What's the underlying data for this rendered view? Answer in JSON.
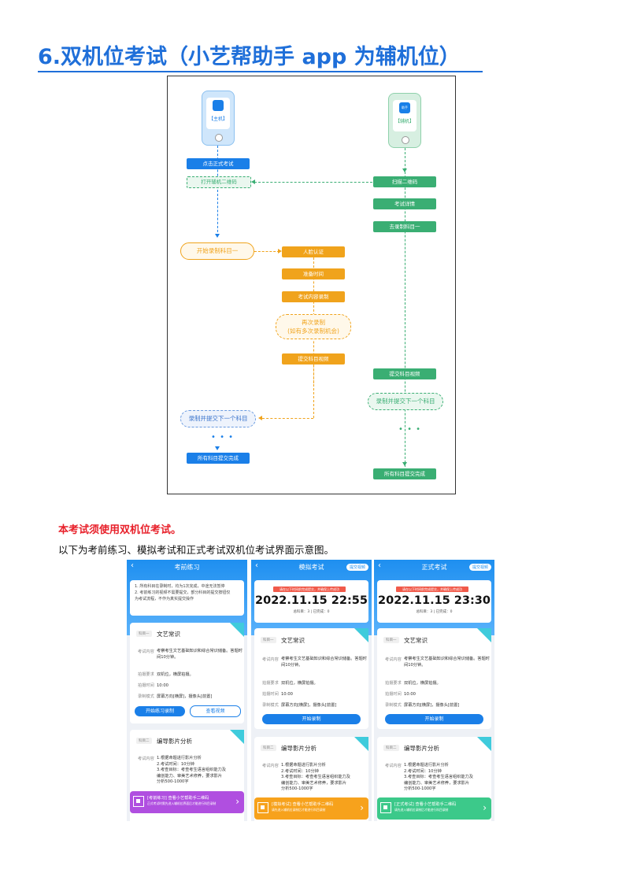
{
  "heading": {
    "number": "6.",
    "text": "双机位考试（小艺帮助手 app 为辅机位）"
  },
  "flow": {
    "main_phone_label": "【主机】",
    "aux_phone_label": "【辅机】",
    "aux_app_text": "助手",
    "left": [
      "点击正式考试",
      "打开辅机二维码"
    ],
    "start": "开始录制科目一",
    "right": [
      "扫描二维码",
      "考试详情",
      "去录制科目一"
    ],
    "center": [
      "人脸认证",
      "准备时间",
      "考试内容录制"
    ],
    "retry_line1": "再次录制",
    "retry_line2": "(如有多次录制机会)",
    "submit_center": "提交科目视频",
    "submit_right": "提交科目视频",
    "next_left": "录制并提交下一个科目",
    "next_right": "录制并提交下一个科目",
    "done_left": "所有科目提交完成",
    "done_right": "所有科目提交完成",
    "dots": "• • •",
    "colors": {
      "blue": "#1a7fe8",
      "green": "#3aae73",
      "orange": "#f0a31c"
    }
  },
  "note_red": "本考试须使用双机位考试。",
  "note_black": "以下为考前练习、模拟考试和正式考试双机位考试界面示意图。",
  "screens": [
    {
      "title": "考前练习",
      "tips": [
        "1. 所有科目在录制时，均为1次完成，中途无法暂停",
        "2. 考前练习的视频不需要提交，部分科目的提交按钮仅",
        "为考试流程，不作为真实提交操作"
      ],
      "subject1": {
        "tag": "科目一",
        "name": "文艺常识",
        "content_label": "考试内容",
        "content": "考察考生文艺基础知识和综合常识储备。答题时间10分钟。",
        "shoot_label": "拍摄要求",
        "shoot": "双机位，横屏拍摄。",
        "time_label": "拍摄时间",
        "time": "10:00",
        "mode_label": "录制模式",
        "mode": "屏幕方向[横屏]，摄像头[前置]"
      },
      "btn_primary": "开始练习录制",
      "btn_secondary": "查看视频",
      "subject2": {
        "tag": "科目二",
        "name": "编导影片分析",
        "content_label": "考试内容",
        "lines": [
          "1.根据命题进行影片分析",
          "2.考试时间：10分钟",
          "3.考查目标：考查考生语言组织能力及",
          "编创能力、审美艺术修养，要求影片",
          "分析500-1000字"
        ]
      },
      "promo_title": "[考前练习] 查看小艺帮助手二维码",
      "promo_sub": "正式考试时需先进入辅机位界面后才能进行科目录制",
      "promo_color": "#b04fe0"
    },
    {
      "title": "模拟考试",
      "submit": "提交视频",
      "notice": "请在以下时间前完成提交，并确保上传成功",
      "time": "2022.11.15 22:55",
      "summary": "总科目：3 | 已完成：0",
      "subject1": {
        "tag": "科目一",
        "name": "文艺常识",
        "content_label": "考试内容",
        "content": "考察考生文艺基础知识和综合常识储备。答题时间10分钟。",
        "shoot_label": "拍摄要求",
        "shoot": "双机位，横屏拍摄。",
        "time_label": "拍摄时间",
        "time": "10:00",
        "mode_label": "录制模式",
        "mode": "屏幕方向[横屏]，摄像头[前置]"
      },
      "btn_primary": "开始录制",
      "subject2": {
        "tag": "科目二",
        "name": "编导影片分析",
        "content_label": "考试内容",
        "lines": [
          "1.根据命题进行影片分析",
          "2.考试时间：10分钟",
          "3.考查目标：考查考生语言组织能力及",
          "编创能力、审美艺术修养，要求影片",
          "分析500-1000字"
        ]
      },
      "promo_title": "[模拟考试] 查看小艺帮助手二维码",
      "promo_sub": "请先进入辅机位录制后才能进行科目录制",
      "promo_color": "#f7a21c"
    },
    {
      "title": "正式考试",
      "submit": "提交视频",
      "notice": "请在以下时间前完成提交，并确保上传成功",
      "time": "2022.11.15 23:30",
      "summary": "总科目：3 | 已完成：0",
      "subject1": {
        "tag": "科目一",
        "name": "文艺常识",
        "content_label": "考试内容",
        "content": "考察考生文艺基础知识和综合常识储备。答题时间10分钟。",
        "shoot_label": "拍摄要求",
        "shoot": "双机位，横屏拍摄。",
        "time_label": "拍摄时间",
        "time": "10:00",
        "mode_label": "录制模式",
        "mode": "屏幕方向[横屏]，摄像头[前置]"
      },
      "btn_primary": "开始录制",
      "subject2": {
        "tag": "科目二",
        "name": "编导影片分析",
        "content_label": "考试内容",
        "lines": [
          "1.根据命题进行影片分析",
          "2.考试时间：10分钟",
          "3.考查目标：考查考生语言组织能力及",
          "编创能力、审美艺术修养，要求影片",
          "分析500-1000字"
        ]
      },
      "promo_title": "[正式考试] 查看小艺帮助手二维码",
      "promo_sub": "请先进入辅机位录制后才能进行科目录制",
      "promo_color": "#3cc98a"
    }
  ]
}
